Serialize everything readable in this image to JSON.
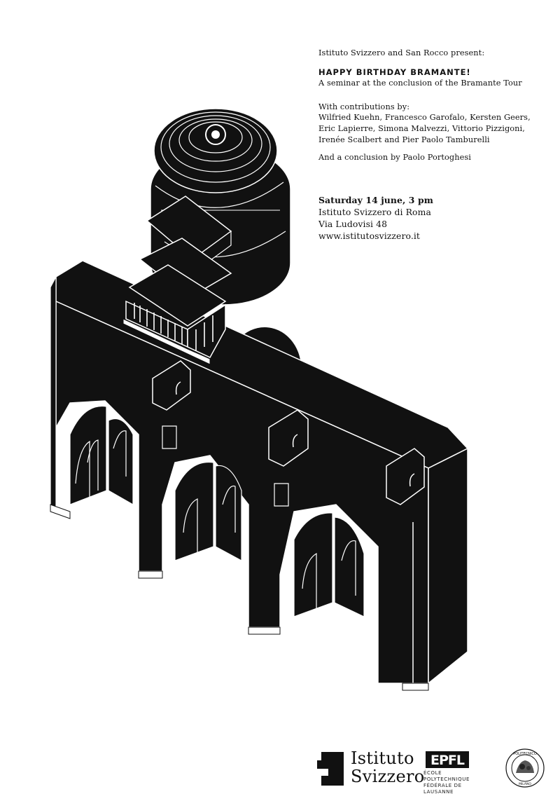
{
  "poster": {
    "presenters": "Istituto Svizzero and San Rocco present:",
    "headline": "HAPPY BIRTHDAY BRAMANTE!",
    "subtitle": "A seminar at the conclusion of the Bramante Tour",
    "contributions_intro": "With contributions by:",
    "contributors_lines": [
      "Wilfried Kuehn, Francesco Garofalo, Kersten Geers,",
      "Eric Lapierre, Simona Malvezzi, Vittorio Pizzigoni,",
      "Irenée Scalbert and Pier Paolo Tamburelli"
    ],
    "conclusion": "And a conclusion by Paolo Portoghesi",
    "event": {
      "date": "Saturday 14 june, 3 pm",
      "venue": "Istituto Svizzero di Roma",
      "address": "Via Ludovisi 48",
      "website": "www.istitutosvizzero.it"
    }
  },
  "logos": {
    "istituto_line1": "Istituto",
    "istituto_line2": "Svizzero",
    "epfl_wordmark": "EPFL",
    "epfl_line1": "ÉCOLE POLYTECHNIQUE",
    "epfl_line2": "FÉDÉRALE DE LAUSANNE",
    "polimi_ring_top": "POLITECNICO",
    "polimi_ring_bottom": "MILANO"
  },
  "colors": {
    "ink": "#111111",
    "paper": "#ffffff"
  }
}
